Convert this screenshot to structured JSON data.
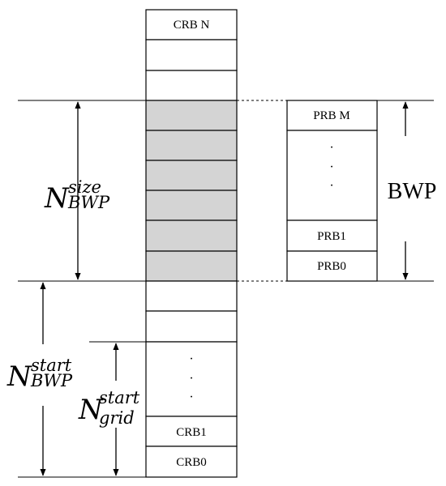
{
  "crb_column": {
    "top_label": "CRB N",
    "bottom_labels": [
      "CRB1",
      "CRB0"
    ],
    "ellipsis": "·"
  },
  "prb_column": {
    "top_label": "PRB M",
    "bottom_labels": [
      "PRB1",
      "PRB0"
    ],
    "ellipsis": "·"
  },
  "labels": {
    "bwp": "BWP",
    "n_size_base": "N",
    "n_size_sup": "size",
    "n_size_sub": "BWP",
    "n_start_base": "N",
    "n_start_sup": "start",
    "n_start_sub": "BWP",
    "n_grid_base": "N",
    "n_grid_sup": "start",
    "n_grid_sub": "grid"
  },
  "colors": {
    "bwp_fill": "#d4d4d4",
    "line": "#000000"
  }
}
